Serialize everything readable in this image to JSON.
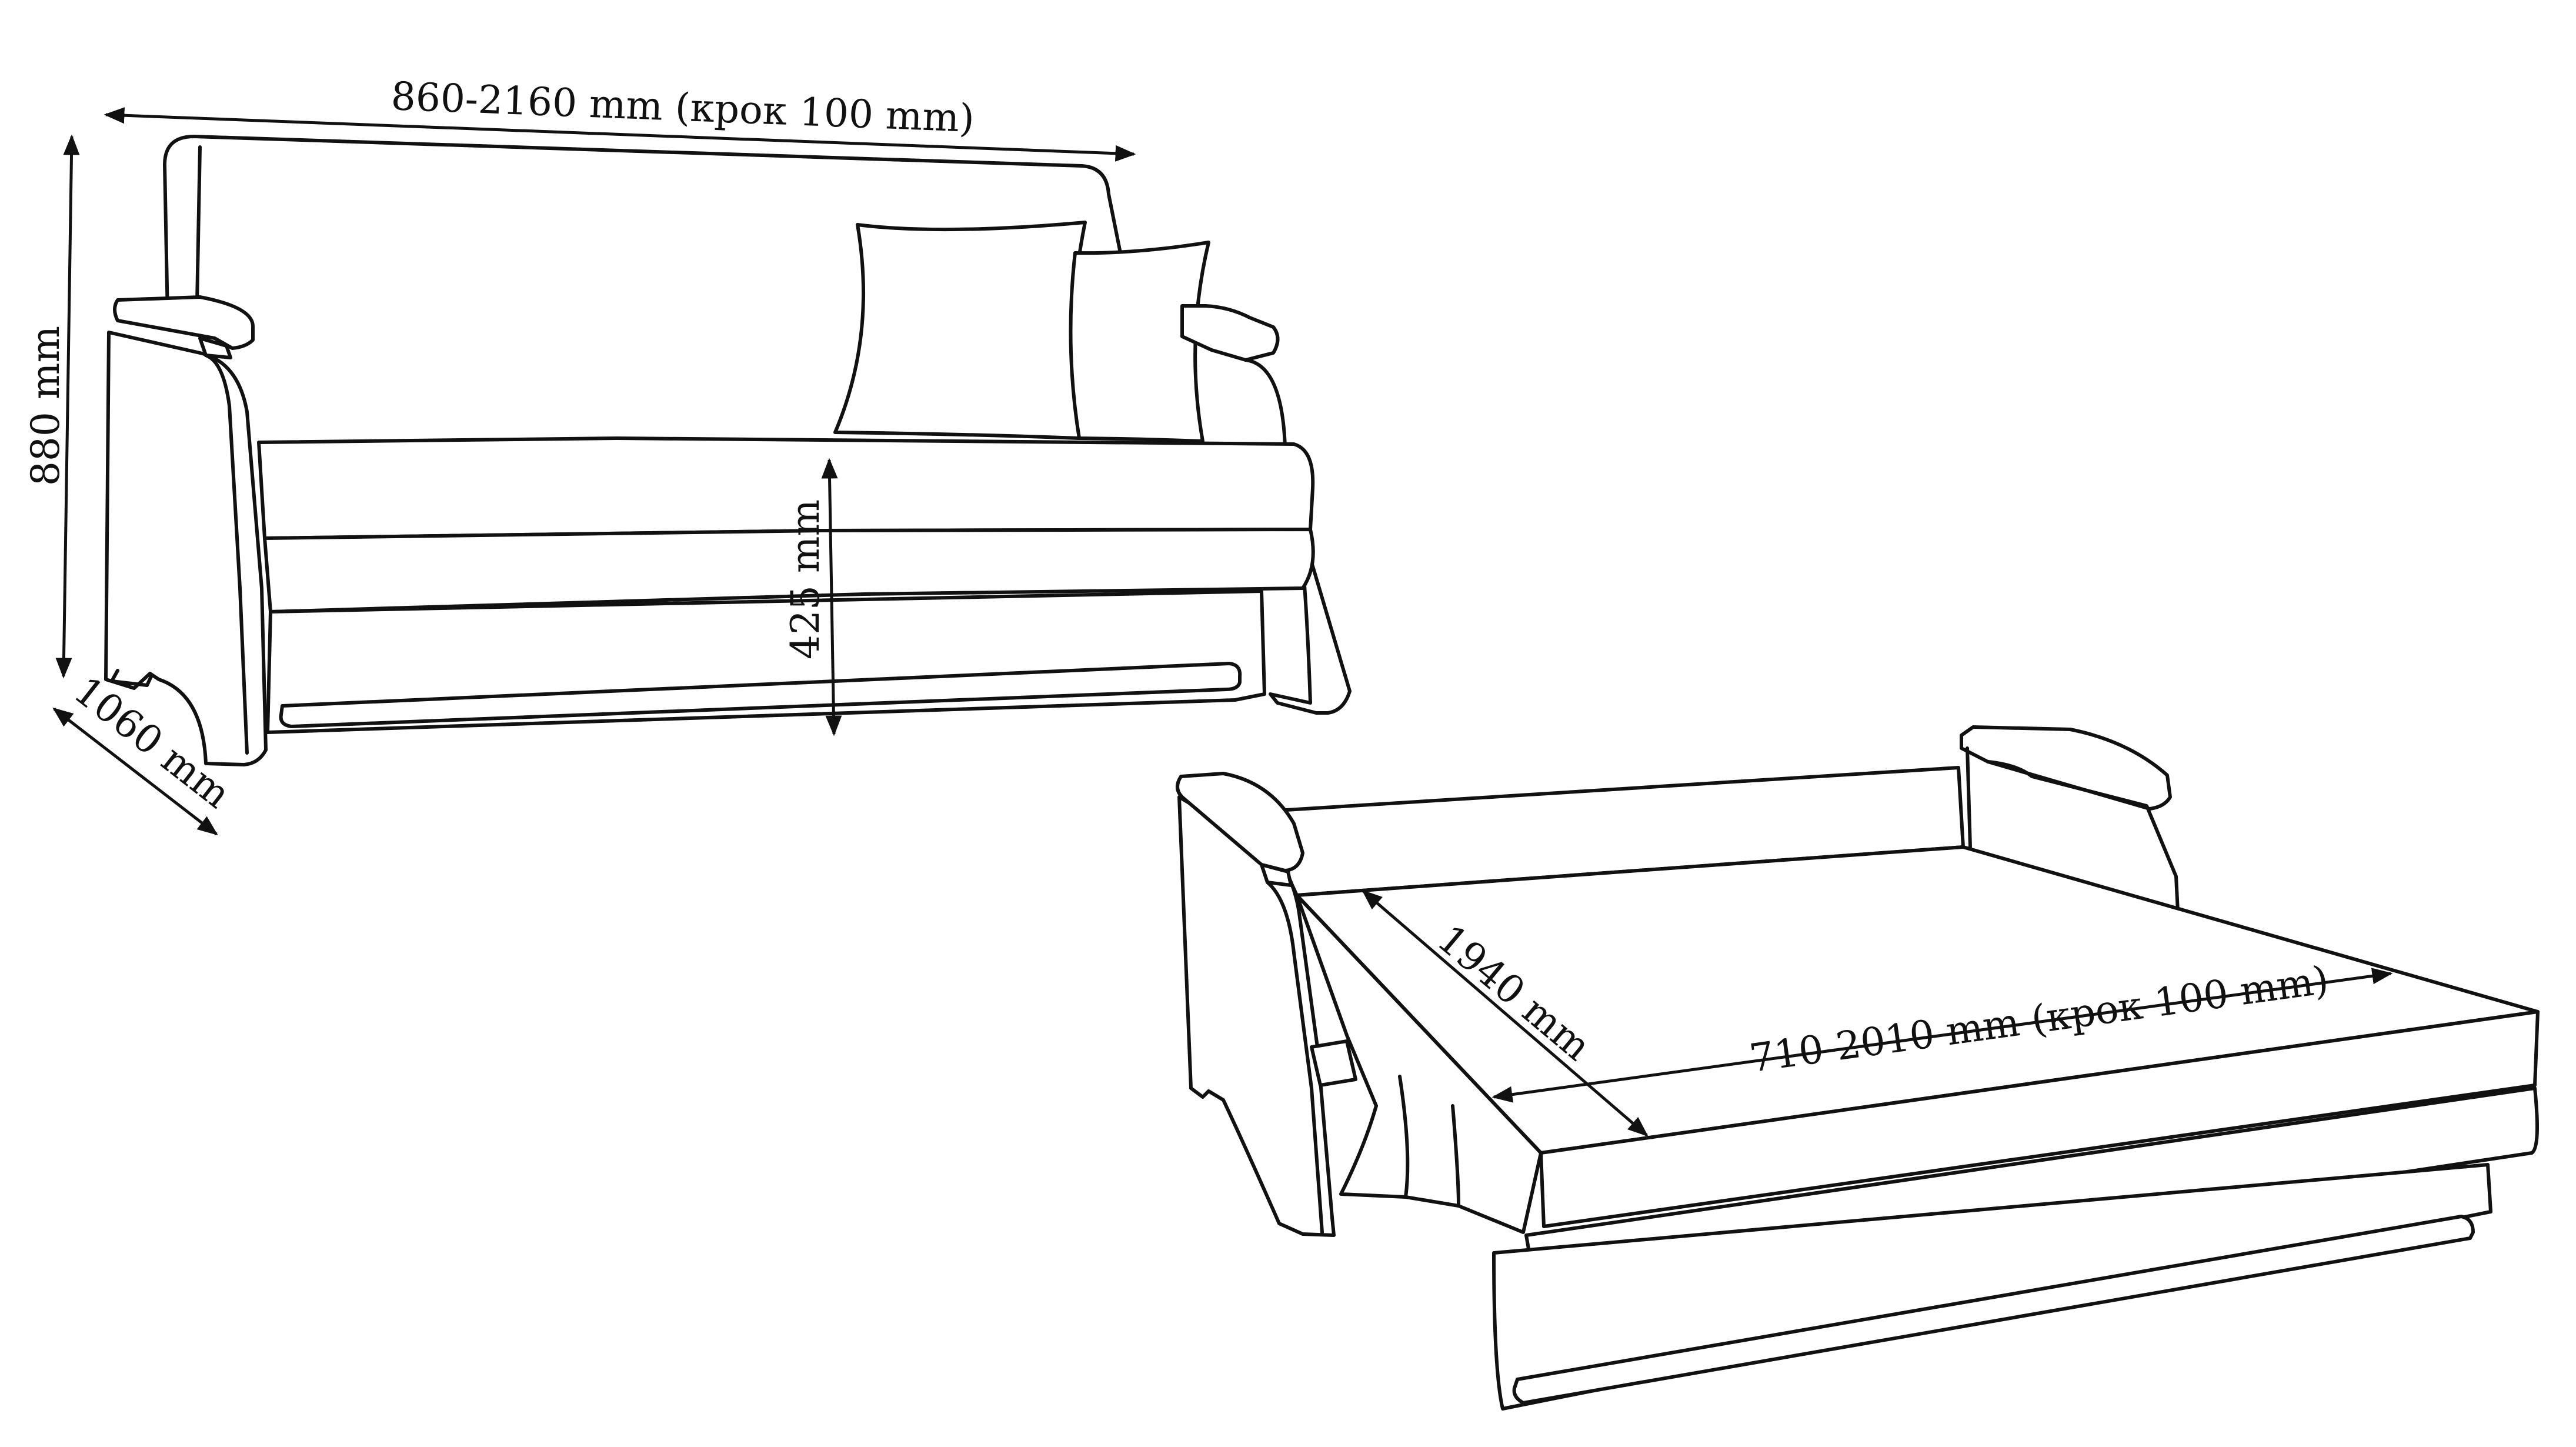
{
  "dimensions": {
    "width_closed": "860-2160 mm (крок 100 mm)",
    "height": "880 mm",
    "depth": "1060 mm",
    "seat_height": "425 mm",
    "bed_length": "1940 mm",
    "bed_width": "710-2010 mm (крок 100 mm)"
  },
  "colors": {
    "line": "#111111",
    "background": "#ffffff"
  }
}
